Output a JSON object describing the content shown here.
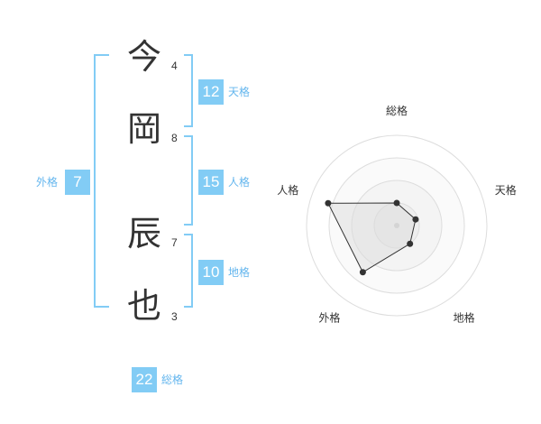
{
  "accent_color": "#82ccf5",
  "label_color": "#64b6ee",
  "name_chars": [
    {
      "char": "今",
      "strokes": "4"
    },
    {
      "char": "岡",
      "strokes": "8"
    },
    {
      "char": "辰",
      "strokes": "7"
    },
    {
      "char": "也",
      "strokes": "3"
    }
  ],
  "kaku": {
    "tenkaku": {
      "value": "12",
      "label": "天格"
    },
    "jinkaku": {
      "value": "15",
      "label": "人格"
    },
    "chikaku": {
      "value": "10",
      "label": "地格"
    },
    "gaikaku": {
      "value": "7",
      "label": "外格"
    },
    "soukaku": {
      "value": "22",
      "label": "総格"
    }
  },
  "chart_data": {
    "type": "radar",
    "axes": [
      "総格",
      "天格",
      "地格",
      "外格",
      "人格"
    ],
    "values": [
      0.25,
      0.22,
      0.25,
      0.64,
      0.8
    ],
    "range": [
      0,
      1
    ],
    "rings": 4
  }
}
